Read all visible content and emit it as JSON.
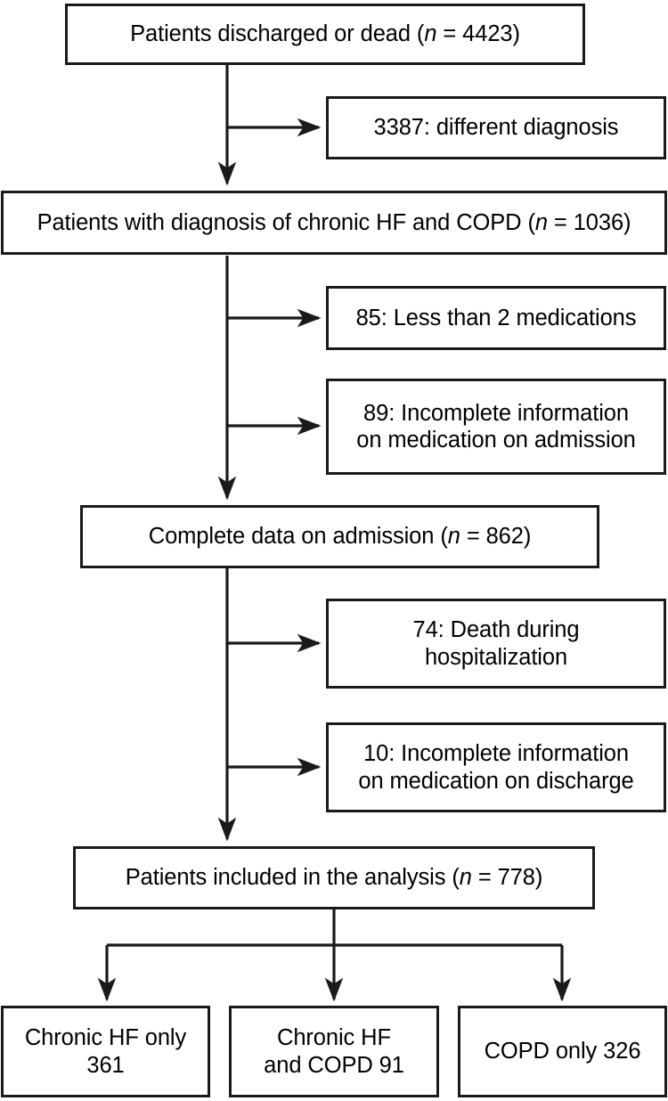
{
  "diagram": {
    "title": "Patient selection flow diagram",
    "type": "flowchart",
    "stroke_color": "#1a1a1a",
    "background_color": "#ffffff"
  },
  "nodes": {
    "n1_discharged": {
      "id": "patients-discharged-or-dead",
      "text": "Patients discharged or dead (n = 4423)",
      "count": 4423,
      "kind": "primary"
    },
    "n2_different_diagnosis": {
      "id": "different-diagnosis",
      "text": "3387: different diagnosis",
      "count": 3387,
      "kind": "exclusion"
    },
    "n3_hf_copd": {
      "id": "patients-with-diagnosis-hf-copd",
      "text": "Patients with diagnosis of chronic HF and COPD (n = 1036)",
      "count": 1036,
      "kind": "primary"
    },
    "n4_less_than_2_meds": {
      "id": "less-than-2-medications",
      "text": "85: Less than 2 medications",
      "count": 85,
      "kind": "exclusion"
    },
    "n5_incomplete_admission": {
      "id": "incomplete-information-admission",
      "text": "89: Incomplete information\non medication on admission",
      "count": 89,
      "kind": "exclusion"
    },
    "n6_complete_admission": {
      "id": "complete-data-on-admission",
      "text": "Complete data on admission (n = 862)",
      "count": 862,
      "kind": "primary"
    },
    "n7_death_hospitalization": {
      "id": "death-during-hospitalization",
      "text": "74: Death during\nhospitalization",
      "count": 74,
      "kind": "exclusion"
    },
    "n8_incomplete_discharge": {
      "id": "incomplete-information-discharge",
      "text": "10: Incomplete information\non medication on discharge",
      "count": 10,
      "kind": "exclusion"
    },
    "n9_included": {
      "id": "patients-included-in-analysis",
      "text": "Patients included in the analysis (n = 778)",
      "count": 778,
      "kind": "primary"
    },
    "n10_hf_only": {
      "id": "chronic-hf-only",
      "text": "Chronic HF only\n361",
      "count": 361,
      "kind": "terminal"
    },
    "n11_hf_and_copd": {
      "id": "chronic-hf-and-copd",
      "text": "Chronic HF\nand COPD 91",
      "count": 91,
      "kind": "terminal"
    },
    "n12_copd_only": {
      "id": "copd-only",
      "text": "COPD only 326",
      "count": 326,
      "kind": "terminal"
    }
  },
  "edges": [
    {
      "from": "n1_discharged",
      "to": "n2_different_diagnosis",
      "style": "branch-right"
    },
    {
      "from": "n1_discharged",
      "to": "n3_hf_copd",
      "style": "down"
    },
    {
      "from": "n3_hf_copd",
      "to": "n4_less_than_2_meds",
      "style": "branch-right"
    },
    {
      "from": "n3_hf_copd",
      "to": "n5_incomplete_admission",
      "style": "branch-right"
    },
    {
      "from": "n3_hf_copd",
      "to": "n6_complete_admission",
      "style": "down"
    },
    {
      "from": "n6_complete_admission",
      "to": "n7_death_hospitalization",
      "style": "branch-right"
    },
    {
      "from": "n6_complete_admission",
      "to": "n8_incomplete_discharge",
      "style": "branch-right"
    },
    {
      "from": "n6_complete_admission",
      "to": "n9_included",
      "style": "down"
    },
    {
      "from": "n9_included",
      "to": "n10_hf_only",
      "style": "split-down"
    },
    {
      "from": "n9_included",
      "to": "n11_hf_and_copd",
      "style": "split-down"
    },
    {
      "from": "n9_included",
      "to": "n12_copd_only",
      "style": "split-down"
    }
  ]
}
